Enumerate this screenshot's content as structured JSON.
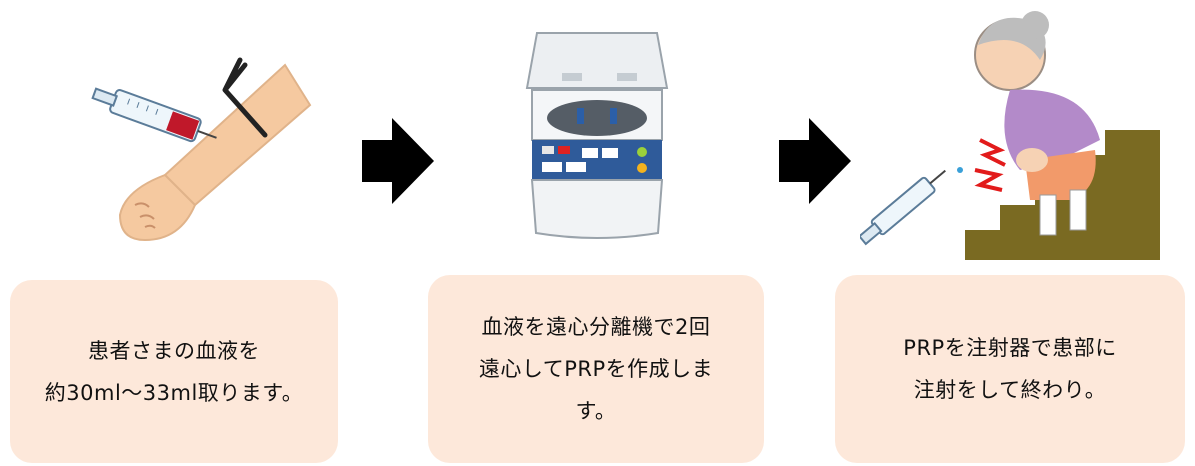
{
  "steps": [
    {
      "icon": "blood-draw-arm-icon",
      "lines": [
        "患者さまの血液を",
        "約30ml～33ml取ります。"
      ]
    },
    {
      "icon": "centrifuge-icon",
      "lines": [
        "血液を遠心分離機で2回",
        "遠心してPRPを作成しま",
        "す。"
      ]
    },
    {
      "icon": "knee-injection-elderly-icon",
      "lines": [
        "PRPを注射器で患部に",
        "注射をして終わり。"
      ]
    }
  ],
  "arrows": [
    "right-arrow-icon",
    "right-arrow-icon"
  ],
  "colors": {
    "box_bg": "#fde8da",
    "arrow": "#000000",
    "skin": "#f5c9a0"
  }
}
